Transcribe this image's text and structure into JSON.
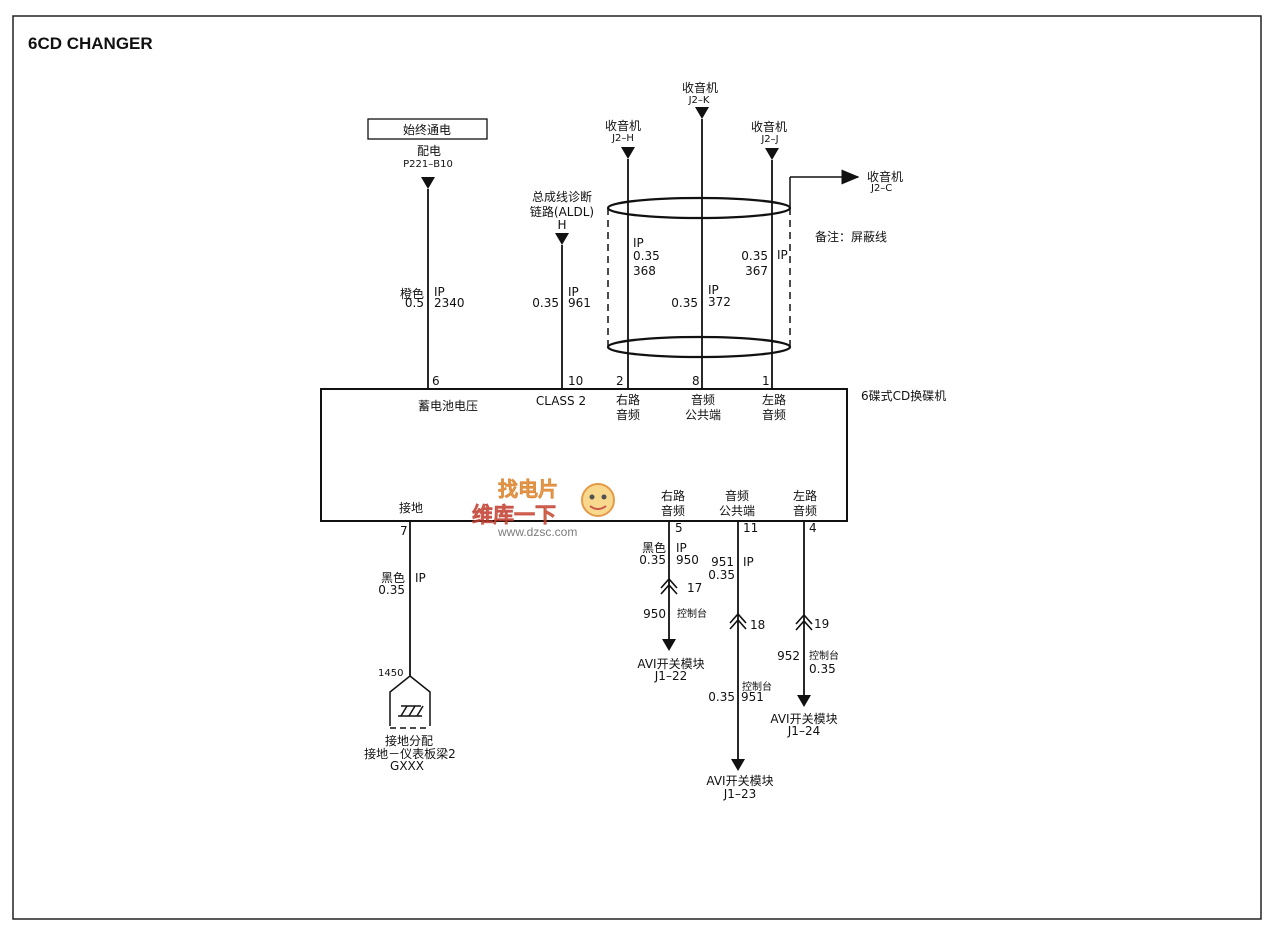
{
  "page": {
    "title": "6CD CHANGER"
  },
  "power": {
    "label": "始终通电",
    "fuse": "配电",
    "fuse_id": "P221–B10"
  },
  "aldl": {
    "line1": "总成线诊断",
    "line2": "链路(ALDL)",
    "pin": "H"
  },
  "radio": {
    "name": "收音机",
    "k_pin": "J2–K",
    "h_pin": "J2–H",
    "j_pin": "J2–J",
    "c_pin": "J2–C"
  },
  "note": "备注：屏蔽线",
  "wires": {
    "w2340": {
      "color": "橙色",
      "size": "0.5",
      "loc": "IP",
      "circuit": "2340"
    },
    "w961": {
      "size": "0.35",
      "loc": "IP",
      "circuit": "961"
    },
    "w368": {
      "loc": "IP",
      "size": "0.35",
      "circuit": "368"
    },
    "w372": {
      "size": "0.35",
      "loc": "IP",
      "circuit": "372"
    },
    "w367": {
      "size": "0.35",
      "loc": "IP",
      "circuit": "367"
    },
    "w1450": {
      "color": "黑色",
      "size": "0.35",
      "loc": "IP",
      "circuit": "1450"
    },
    "w950": {
      "color": "黑色",
      "size": "0.35",
      "loc": "IP",
      "circuit": "950",
      "below_circuit": "950",
      "below_loc": "控制台"
    },
    "w951": {
      "circuit": "951",
      "loc": "IP",
      "size": "0.35",
      "below_loc": "控制台",
      "below_size": "0.35",
      "below_circuit": "951"
    },
    "w952": {
      "circuit": "952",
      "loc": "控制台",
      "size": "0.35"
    }
  },
  "connectors": {
    "c17": "17",
    "c18": "18",
    "c19": "19"
  },
  "cd_changer": {
    "name": "6碟式CD换碟机",
    "pin6": "6",
    "pin10": "10",
    "pin2": "2",
    "pin8": "8",
    "pin1": "1",
    "battery": "蓄电池电压",
    "class2": "CLASS 2",
    "right_audio_1": "右路",
    "right_audio_2": "音频",
    "common_1": "音频",
    "common_2": "公共端",
    "left_audio_1": "左路",
    "left_audio_2": "音频",
    "ground": "接地",
    "bottom_right_1": "右路",
    "bottom_right_2": "音频",
    "bottom_common_1": "音频",
    "bottom_common_2": "公共端",
    "bottom_left_1": "左路",
    "bottom_left_2": "音频",
    "pin7": "7",
    "pin5": "5",
    "pin11": "11",
    "pin4": "4"
  },
  "ground_point": {
    "line1": "接地分配",
    "line2": "接地－仪表板梁2",
    "line3": "GXXX"
  },
  "avi": {
    "name": "AVI开关模块",
    "pin22": "J1–22",
    "pin23": "J1–23",
    "pin24": "J1–24"
  },
  "watermark": {
    "line1": "找电片",
    "line2": "维库一下",
    "url": "www.dzsc.com"
  }
}
